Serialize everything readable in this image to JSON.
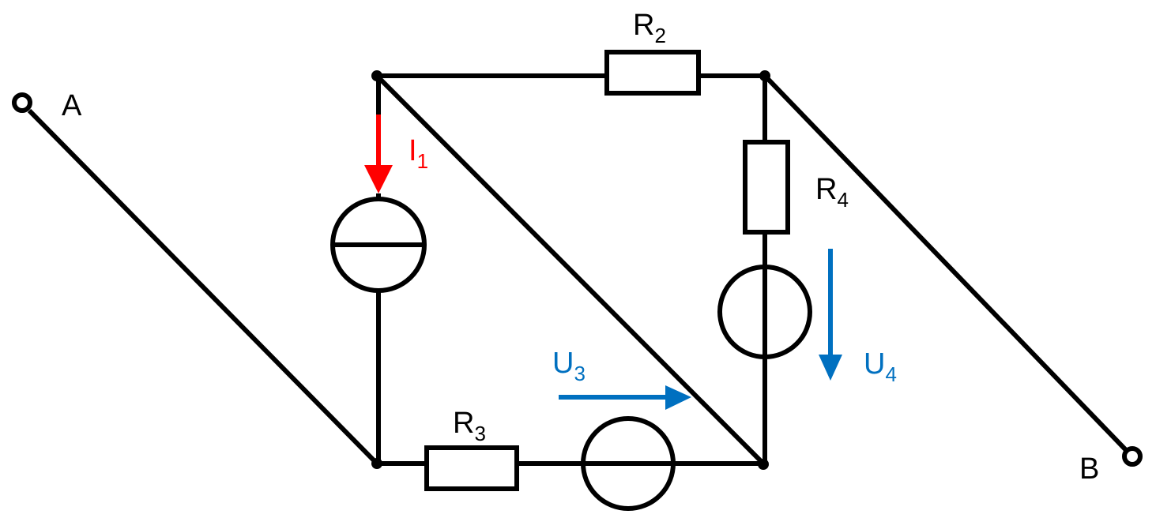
{
  "diagram": {
    "type": "electrical-circuit",
    "colors": {
      "wire": "#000000",
      "current_arrow": "#ff0000",
      "voltage_arrow": "#0070c0",
      "background": "#ffffff"
    },
    "terminals": {
      "a": {
        "label": "A"
      },
      "b": {
        "label": "B"
      }
    },
    "components": {
      "r2": {
        "kind": "resistor",
        "symbol": "R",
        "index": "2"
      },
      "r3": {
        "kind": "resistor",
        "symbol": "R",
        "index": "3"
      },
      "r4": {
        "kind": "resistor",
        "symbol": "R",
        "index": "4"
      },
      "i1": {
        "kind": "current-source",
        "symbol": "I",
        "index": "1"
      },
      "u3": {
        "kind": "voltage-source",
        "symbol": "U",
        "index": "3"
      },
      "u4": {
        "kind": "voltage-source",
        "symbol": "U",
        "index": "4"
      }
    },
    "arrows": {
      "i1": {
        "direction": "down",
        "quantity": "current"
      },
      "u3": {
        "direction": "right",
        "quantity": "voltage"
      },
      "u4": {
        "direction": "down",
        "quantity": "voltage"
      }
    }
  }
}
